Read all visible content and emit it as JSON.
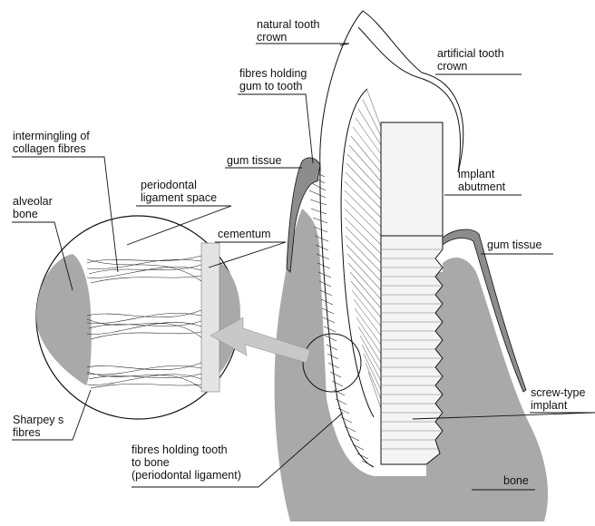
{
  "labels": {
    "natural_crown": [
      "natural tooth",
      "crown"
    ],
    "artificial_crown": [
      "artificial tooth",
      "crown"
    ],
    "fibres_gum": [
      "fibres holding",
      "gum to tooth"
    ],
    "intermingling": [
      "intermingling of",
      "collagen fibres"
    ],
    "gum_left": [
      "gum tissue"
    ],
    "abutment": [
      "implant",
      "abutment"
    ],
    "alveolar": [
      "alveolar",
      "bone"
    ],
    "pdl_space": [
      "periodontal",
      "ligament space"
    ],
    "cementum": [
      "cementum"
    ],
    "gum_right": [
      "gum tissue"
    ],
    "screw": [
      "screw-type",
      "implant"
    ],
    "sharpey": [
      "Sharpey s",
      "fibres"
    ],
    "fibres_bone": [
      "fibres holding tooth",
      "to bone",
      "(periodontal ligament)"
    ],
    "bone": [
      "bone"
    ]
  },
  "colors": {
    "bone": "#a9a9a9",
    "gum": "#8c8c8c",
    "implant": "#f4f4f4",
    "arrow": "#c8c8c8"
  }
}
